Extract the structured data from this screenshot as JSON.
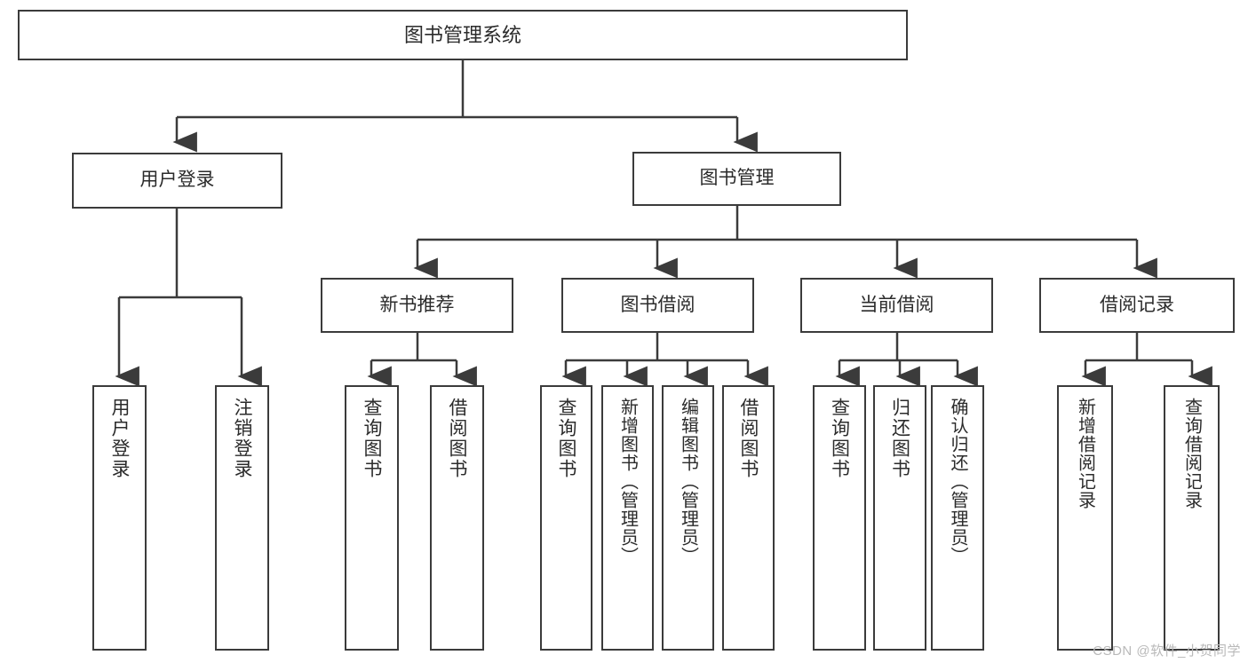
{
  "diagram": {
    "title": "图书管理系统",
    "type": "tree",
    "colors": {
      "line": "#3b3b3b",
      "box_border": "#3b3b3b",
      "box_fill": "#ffffff",
      "text": "#2b2b2b",
      "background": "#ffffff",
      "watermark": "#b9b9b9"
    }
  },
  "watermark": {
    "text": "CSDN @软件_小贺同学"
  },
  "nodes": {
    "root": {
      "label": "图书管理系统"
    },
    "level2": [
      {
        "label": "用户登录"
      },
      {
        "label": "图书管理"
      }
    ],
    "level3": [
      {
        "label": "新书推荐"
      },
      {
        "label": "图书借阅"
      },
      {
        "label": "当前借阅"
      },
      {
        "label": "借阅记录"
      }
    ],
    "leaves": {
      "user_login": [
        {
          "label": "用户登录"
        },
        {
          "label": "注销登录"
        }
      ],
      "new_book_recommend": [
        {
          "label": "查询图书"
        },
        {
          "label": "借阅图书"
        }
      ],
      "book_borrow": [
        {
          "label": "查询图书"
        },
        {
          "label": "新增图书（管理员）"
        },
        {
          "label": "编辑图书（管理员）"
        },
        {
          "label": "借阅图书"
        }
      ],
      "current_borrow": [
        {
          "label": "查询图书"
        },
        {
          "label": "归还图书"
        },
        {
          "label": "确认归还（管理员）"
        }
      ],
      "borrow_record": [
        {
          "label": "新增借阅记录"
        },
        {
          "label": "查询借阅记录"
        }
      ]
    }
  }
}
